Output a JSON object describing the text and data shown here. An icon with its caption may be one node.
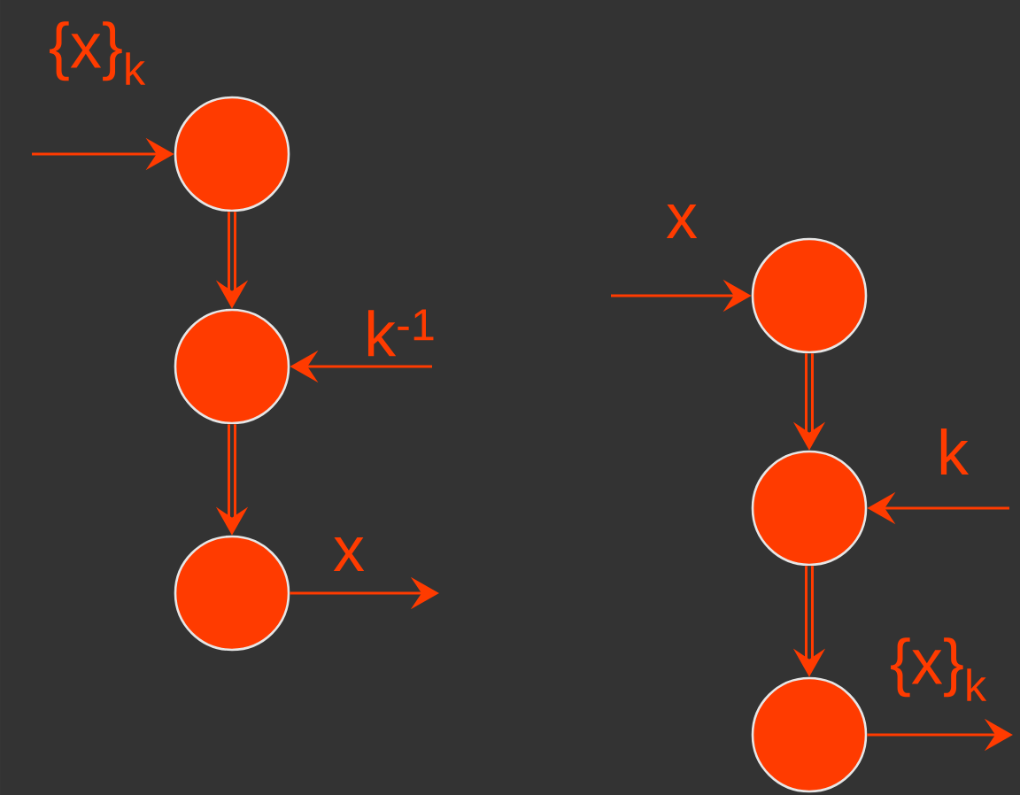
{
  "diagram": {
    "nodes": [
      {
        "text": [],
        "shape": "circle"
      },
      {
        "text": [],
        "shape": "circle"
      },
      {
        "text": [],
        "shape": "circle"
      },
      {
        "text": [],
        "shape": "circle"
      },
      {
        "text": [],
        "shape": "circle"
      },
      {
        "text": [],
        "shape": "circle"
      }
    ],
    "edges": [
      {
        "from": null,
        "to": 0,
        "arrow": "to",
        "label": "{x}$_{k}$"
      },
      {
        "from": 0,
        "to": 1,
        "arrow": "to",
        "style": "thick"
      },
      {
        "from": null,
        "to": 1,
        "arrow": "to",
        "label": "k$^{-1}$"
      },
      {
        "from": 1,
        "to": 2,
        "arrow": "to",
        "style": "thick"
      },
      {
        "from": 2,
        "to": null,
        "arrow": "to",
        "label": "x"
      },
      {
        "from": null,
        "to": 3,
        "arrow": "to",
        "label": "x"
      },
      {
        "from": 3,
        "to": 4,
        "arrow": "to",
        "style": "thick"
      },
      {
        "from": null,
        "to": 4,
        "arrow": "to",
        "label": "k"
      },
      {
        "from": 4,
        "to": 5,
        "arrow": "to",
        "style": "thick"
      },
      {
        "from": 5,
        "to": null,
        "arrow": "to",
        "label": "{x}$_{k}$"
      }
    ]
  }
}
